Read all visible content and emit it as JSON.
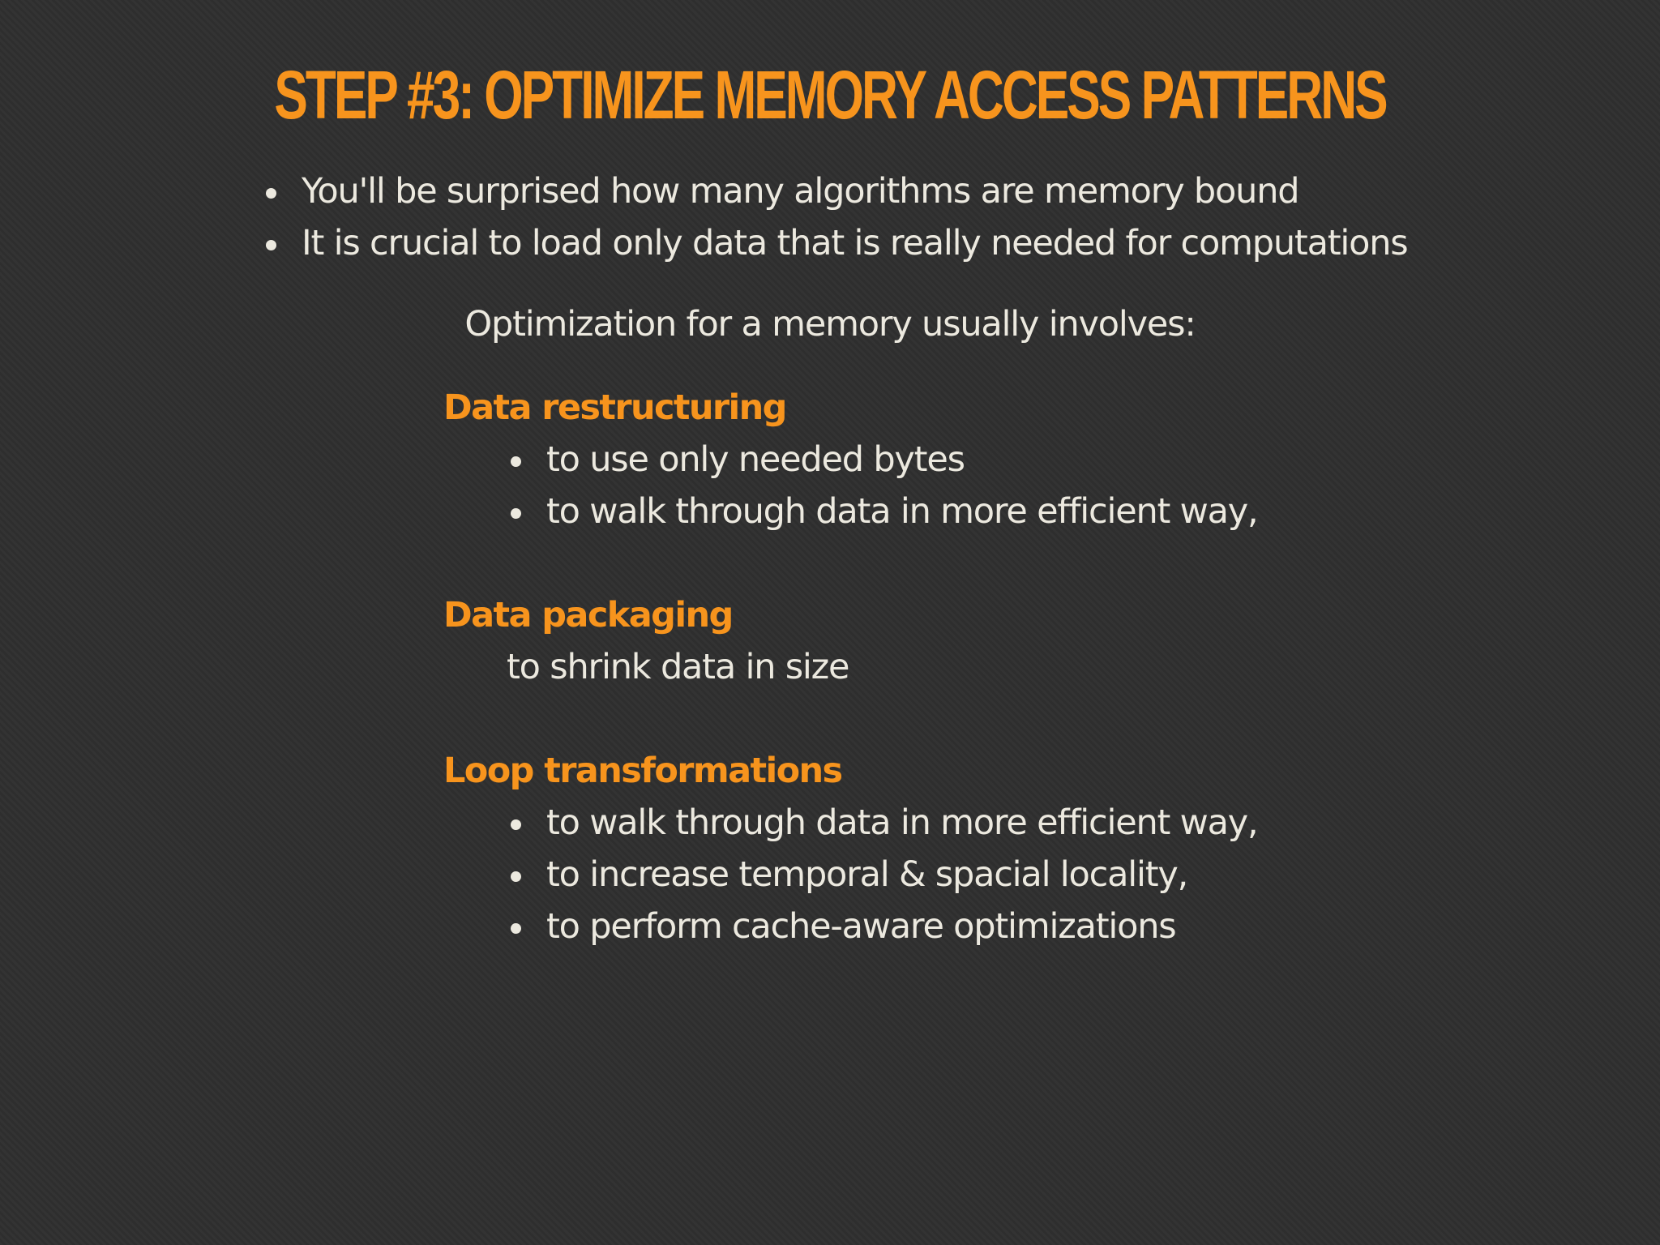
{
  "slide": {
    "title": "STEP #3: OPTIMIZE MEMORY ACCESS PATTERNS",
    "bullets": [
      "You'll be surprised how many algorithms are memory bound",
      "It is crucial to load only data that is really needed for computations"
    ],
    "intro": "Optimization for a memory usually involves:",
    "sections": [
      {
        "heading": "Data restructuring",
        "items": [
          "to use only needed bytes",
          "to walk through data in more efficient way,"
        ]
      },
      {
        "heading": "Data packaging",
        "text": "to shrink data in size"
      },
      {
        "heading": "Loop transformations",
        "items": [
          "to walk through data in more efficient way,",
          "to increase temporal & spacial locality,",
          "to perform cache-aware optimizations"
        ]
      }
    ]
  },
  "colors": {
    "background": "#2f2f2f",
    "accent": "#f7941d",
    "text": "#ece9df"
  }
}
